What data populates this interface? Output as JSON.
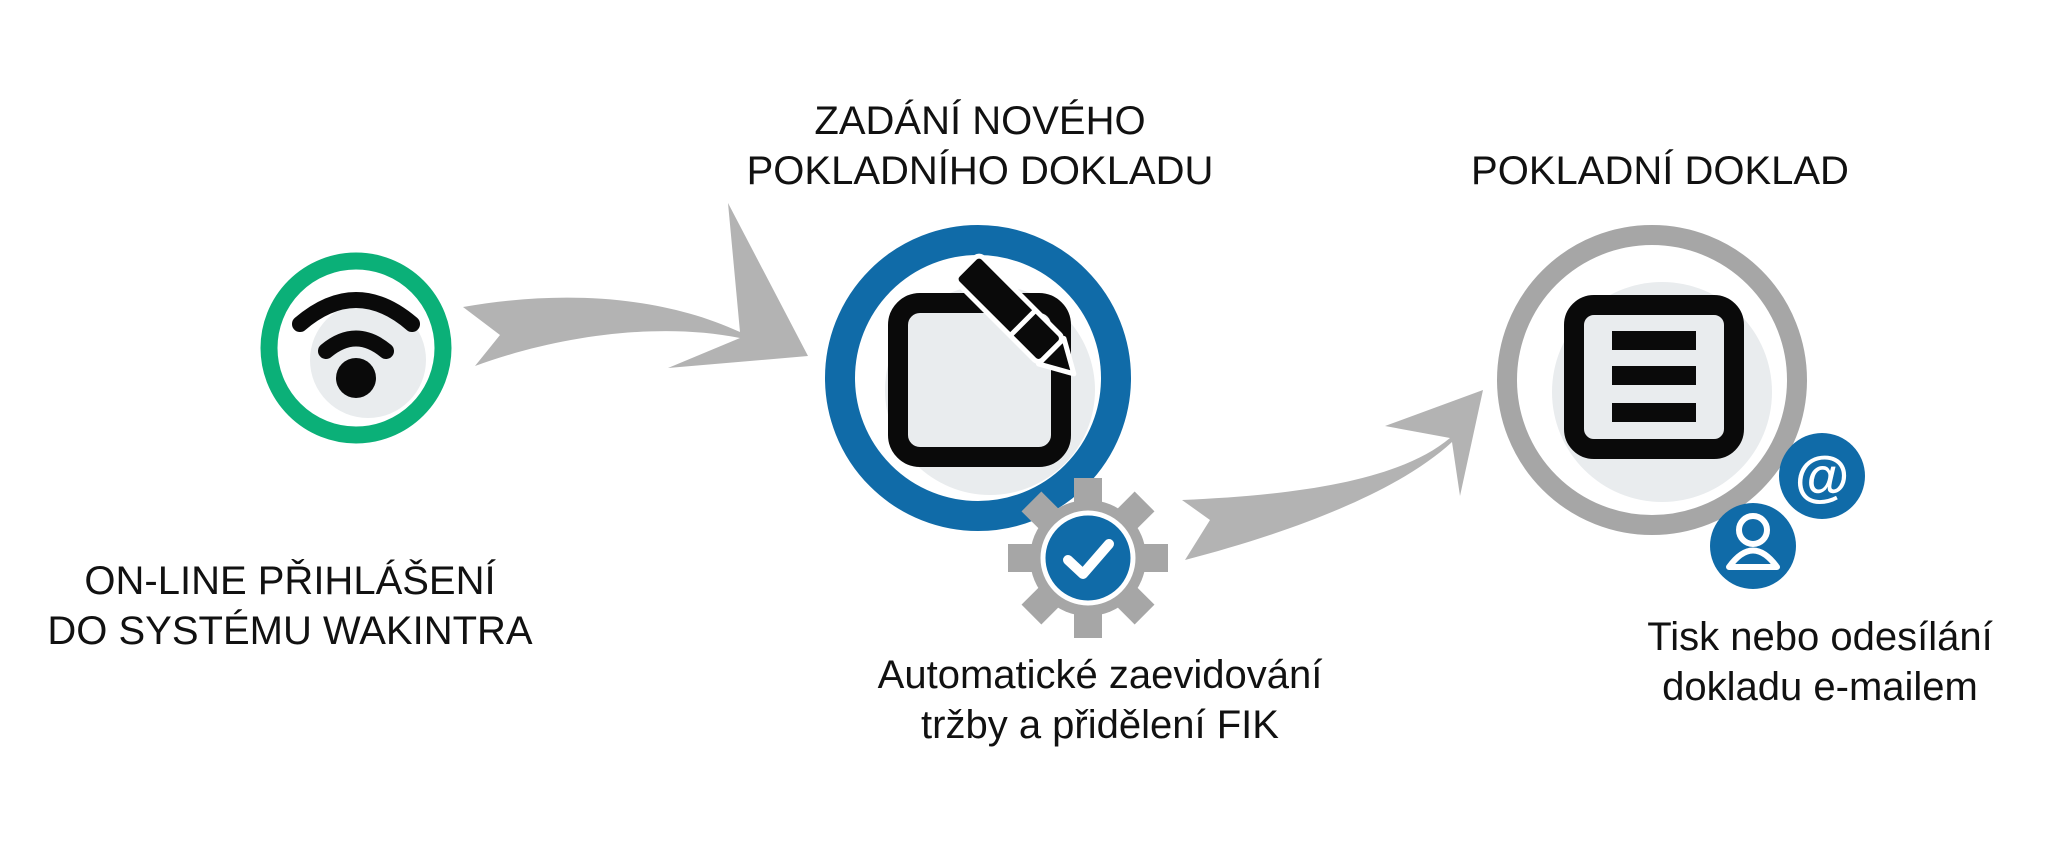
{
  "steps": {
    "login": {
      "title_lines": [
        "ON-LINE PŘIHLÁŠENÍ",
        "DO SYSTÉMU WAKINTRA"
      ],
      "icon": "wifi-icon",
      "ring_color": "#0bb078"
    },
    "entry": {
      "title_lines": [
        "ZADÁNÍ NOVÉHO",
        "POKLADNÍHO DOKLADU"
      ],
      "icon": "edit-document-icon",
      "ring_color": "#106ba8"
    },
    "receipt": {
      "title_lines": [
        "POKLADNÍ DOKLAD"
      ],
      "icon": "receipt-document-icon",
      "ring_color": "#a6a6a6"
    }
  },
  "notes": {
    "register": {
      "lines": [
        "Automatické zaevidování",
        "tržby a přidělení FIK"
      ],
      "icon": "gear-check-icon"
    },
    "output": {
      "lines": [
        "Tisk nebo odesílání",
        "dokladu e-mailem"
      ],
      "icons": [
        "email-at-icon",
        "user-icon"
      ]
    }
  },
  "colors": {
    "green": "#0bb078",
    "blue": "#106ba8",
    "gray": "#a6a6a6",
    "arrow": "#b3b3b3",
    "icon_fill": "#e9ecee",
    "black": "#0a0a0a"
  }
}
